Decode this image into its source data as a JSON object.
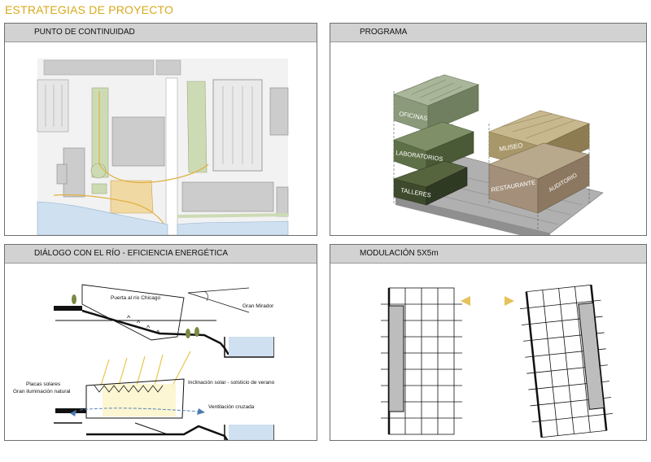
{
  "page": {
    "title": "ESTRATEGIAS DE PROYECTO"
  },
  "panels": {
    "continuity": {
      "title": "PUNTO DE CONTINUIDAD"
    },
    "program": {
      "title": "PROGRAMA",
      "labels": {
        "oficinas": "OFICINAS",
        "laboratorios": "LABORATORIOS",
        "talleres": "TALLERES",
        "museo": "MUSEO",
        "auditorio": "AUDITORIO",
        "restaurante": "RESTAURANTE"
      }
    },
    "river": {
      "title": "DIÁLOGO CON EL RÍO -  EFICIENCIA ENERGÉTICA",
      "labels": {
        "puerta": "Puerta al río Chicago",
        "mirador": "Gran Mirador",
        "placas": "Placas solares",
        "iluminacion": "Gran iluminación natural",
        "inclinacion": "Inclinación solar - solsticio de verano",
        "ventilacion": "Ventilación cruzada"
      }
    },
    "modulation": {
      "title": "MODULACIÓN 5X5m"
    }
  },
  "colors": {
    "accent": "#d8a91c",
    "header": "#d2d2d2",
    "water": "#cfe0f0",
    "green": "#cddbb5",
    "building": "#cccccc",
    "oficinas": "#8a9a7a",
    "laboratorios": "#5e7048",
    "talleres": "#3d4a2c",
    "museo": "#a89768",
    "restaurante": "#9c8a72"
  }
}
